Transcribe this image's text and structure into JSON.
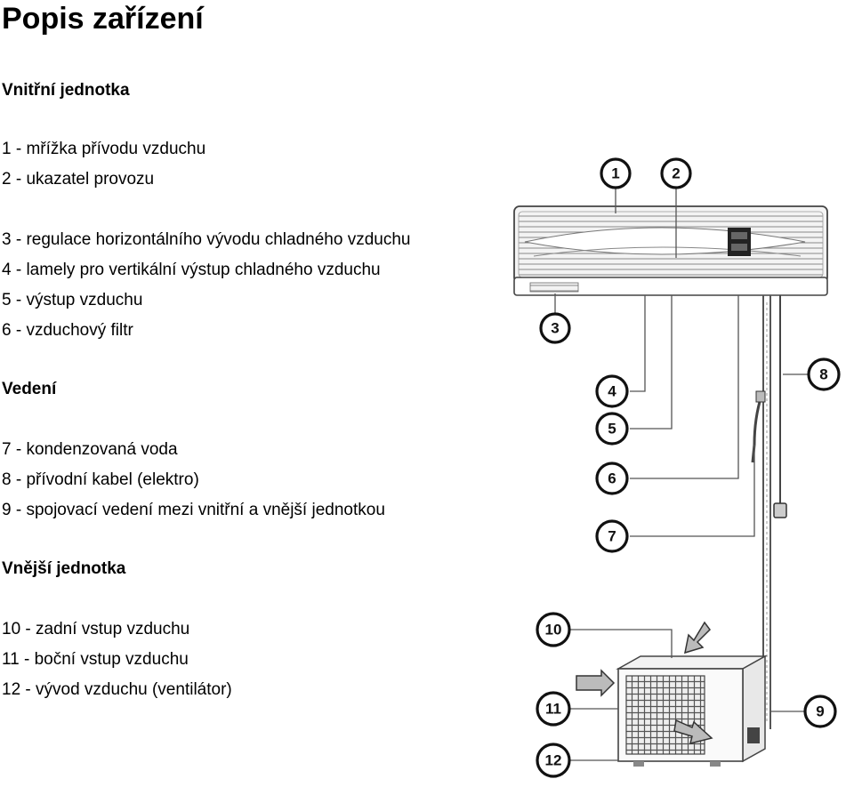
{
  "title": "Popis zařízení",
  "sections": [
    {
      "heading": "Vnitřní jednotka",
      "items": [
        "1 - mřížka přívodu vzduchu",
        "2 - ukazatel provozu",
        "3 - regulace horizontálního  vývodu chladného vzduchu",
        "4 - lamely pro vertikální výstup chladného vzduchu",
        "5 - výstup vzduchu",
        "6 - vzduchový filtr"
      ]
    },
    {
      "heading": "Vedení",
      "items": [
        "7 - kondenzovaná voda",
        "8 - přívodní kabel (elektro)",
        "9 - spojovací vedení mezi vnitřní a vnější jednotkou"
      ]
    },
    {
      "heading": "Vnější jednotka",
      "items": [
        "10 - zadní vstup vzduchu",
        "11 - boční vstup vzduchu",
        "12 - vývod vzduchu (ventilátor)"
      ]
    }
  ],
  "diagram": {
    "callouts": [
      "1",
      "2",
      "3",
      "4",
      "5",
      "6",
      "7",
      "8",
      "9",
      "10",
      "11",
      "12"
    ]
  }
}
